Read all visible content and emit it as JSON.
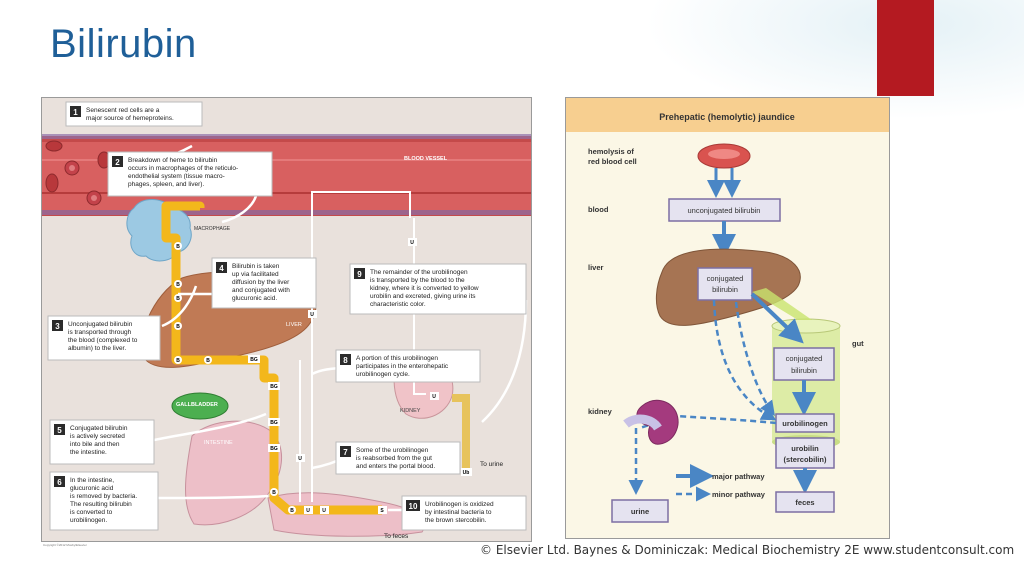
{
  "slide": {
    "title": "Bilirubin",
    "credit": "© Elsevier Ltd. Baynes & Dominiczak: Medical Biochemistry 2E www.studentconsult.com",
    "left_copyright": "Copyright ©2012 Mosby/Elsevier"
  },
  "left_figure": {
    "labels": {
      "blood_vessel": "BLOOD VESSEL",
      "macrophage": "MACROPHAGE",
      "liver": "LIVER",
      "gallbladder": "GALLBLADDER",
      "intestine": "INTESTINE",
      "kidney": "KIDNEY",
      "to_urine": "To urine",
      "to_feces": "To feces"
    },
    "molecule_tags": {
      "b": "B",
      "bg": "BG",
      "u": "U",
      "s": "S",
      "ub": "Ub"
    },
    "steps": [
      {
        "num": "1",
        "lines": [
          "Senescent red cells are a",
          "major source of hemeproteins."
        ]
      },
      {
        "num": "2",
        "lines": [
          "Breakdown of heme to bilirubin",
          "occurs in macrophages of the reticulo-",
          "endothelial system (tissue macro-",
          "phages, spleen, and liver)."
        ]
      },
      {
        "num": "3",
        "lines": [
          "Unconjugated bilirubin",
          "is transported through",
          "the blood (complexed to",
          "albumin) to the liver."
        ]
      },
      {
        "num": "4",
        "lines": [
          "Bilirubin is taken",
          "up via facilitated",
          "diffusion by the liver",
          "and conjugated with",
          "glucuronic acid."
        ]
      },
      {
        "num": "5",
        "lines": [
          "Conjugated bilirubin",
          "is actively secreted",
          "into bile and then",
          "the intestine."
        ]
      },
      {
        "num": "6",
        "lines": [
          "In the intestine,",
          "glucuronic acid",
          "is removed by bacteria.",
          "The resulting bilirubin",
          "is converted to",
          "urobilinogen."
        ]
      },
      {
        "num": "7",
        "lines": [
          "Some of the urobilinogen",
          "is reabsorbed from the gut",
          "and enters the portal blood."
        ]
      },
      {
        "num": "8",
        "lines": [
          "A portion of this urobilinogen",
          "participates in the enterohepatic",
          "urobilinogen cycle."
        ]
      },
      {
        "num": "9",
        "lines": [
          "The remainder of the urobilinogen",
          "is transported by the blood to the",
          "kidney, where it is converted to yellow",
          "urobilin and excreted, giving urine its",
          "characteristic color."
        ]
      },
      {
        "num": "10",
        "lines": [
          "Urobilinogen is oxidized",
          "by intestinal bacteria to",
          "the brown stercobilin."
        ]
      }
    ]
  },
  "right_figure": {
    "title": "Prehepatic (hemolytic) jaundice",
    "rows": {
      "hemolysis": [
        "hemolysis of",
        "red blood cell"
      ],
      "blood": "blood",
      "liver": "liver",
      "gut": "gut",
      "kidney": "kidney"
    },
    "boxes": {
      "unconjugated": "unconjugated bilirubin",
      "conjugated_liver": [
        "conjugated",
        "bilirubin"
      ],
      "conjugated_gut": [
        "conjugated",
        "bilirubin"
      ],
      "urobilinogen": "urobilinogen",
      "urobilin": [
        "urobilin",
        "(stercobilin)"
      ],
      "feces": "feces",
      "urine": "urine"
    },
    "legend": {
      "major": "major pathway",
      "minor": "minor pathway"
    },
    "colors": {
      "arrow": "#4a86c5",
      "box_border": "#7d6fa3",
      "box_fill": "#e5e3f0",
      "header": "#f7cf90"
    }
  }
}
